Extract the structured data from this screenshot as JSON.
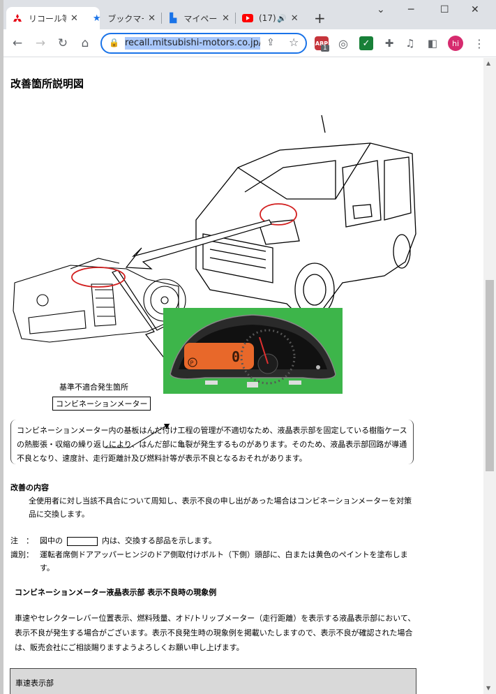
{
  "browser": {
    "tabs": [
      {
        "label": "リコール等",
        "icon": "mitsubishi-logo-icon",
        "active": true
      },
      {
        "label": "ブックマーク",
        "icon": "star-icon",
        "active": false
      },
      {
        "label": "マイページ",
        "icon": "page-icon",
        "active": false
      },
      {
        "label": "(17)",
        "icon": "youtube-icon",
        "active": false
      }
    ],
    "url": "recall.mitsubishi-motors.co.jp/R",
    "abp_badge": "1",
    "avatar": "hi",
    "accent": "#1a73e8"
  },
  "page": {
    "title": "改善箇所説明図",
    "caption_location": "基準不適合発生箇所",
    "caption_part": "コンビネーションメーター",
    "meter_digit": "0",
    "meter_p": "P",
    "description": "コンビネーションメーター内の基板はんだ付け工程の管理が不適切なため、液晶表示部を固定している樹脂ケースの熱膨張・収縮の繰り返しにより、はんだ部に亀裂が発生するものがあります。そのため、液晶表示部回路が導通不良となり、速度計、走行距離計及び燃料計等が表示不良となるおそれがあります。",
    "improvement_heading": "改善の内容",
    "improvement_text": "全使用者に対し当該不具合について周知し、表示不良の申し出があった場合はコンビネーションメーターを対策品に交換します。",
    "note_label": "注　：",
    "note_before": "図中の",
    "note_after": "内は、交換する部品を示します。",
    "ident_label": "識別：",
    "ident_text": "運転者席側ドアアッパーヒンジのドア側取付けボルト（下側）頭部に、白または黄色のペイントを塗布します。",
    "symptom_heading": "コンビネーションメーター液晶表示部 表示不良時の現象例",
    "symptom_text": "車速やセレクターレバー位置表示、燃料残量、オド/トリップメーター（走行距離）を表示する液晶表示部において、表示不良が発生する場合がございます。表示不良発生時の現象例を掲載いたしますので、表示不良が確認された場合は、販売会社にご相談賜りますようよろしくお願い申し上げます。",
    "table_header": "車速表示部"
  }
}
